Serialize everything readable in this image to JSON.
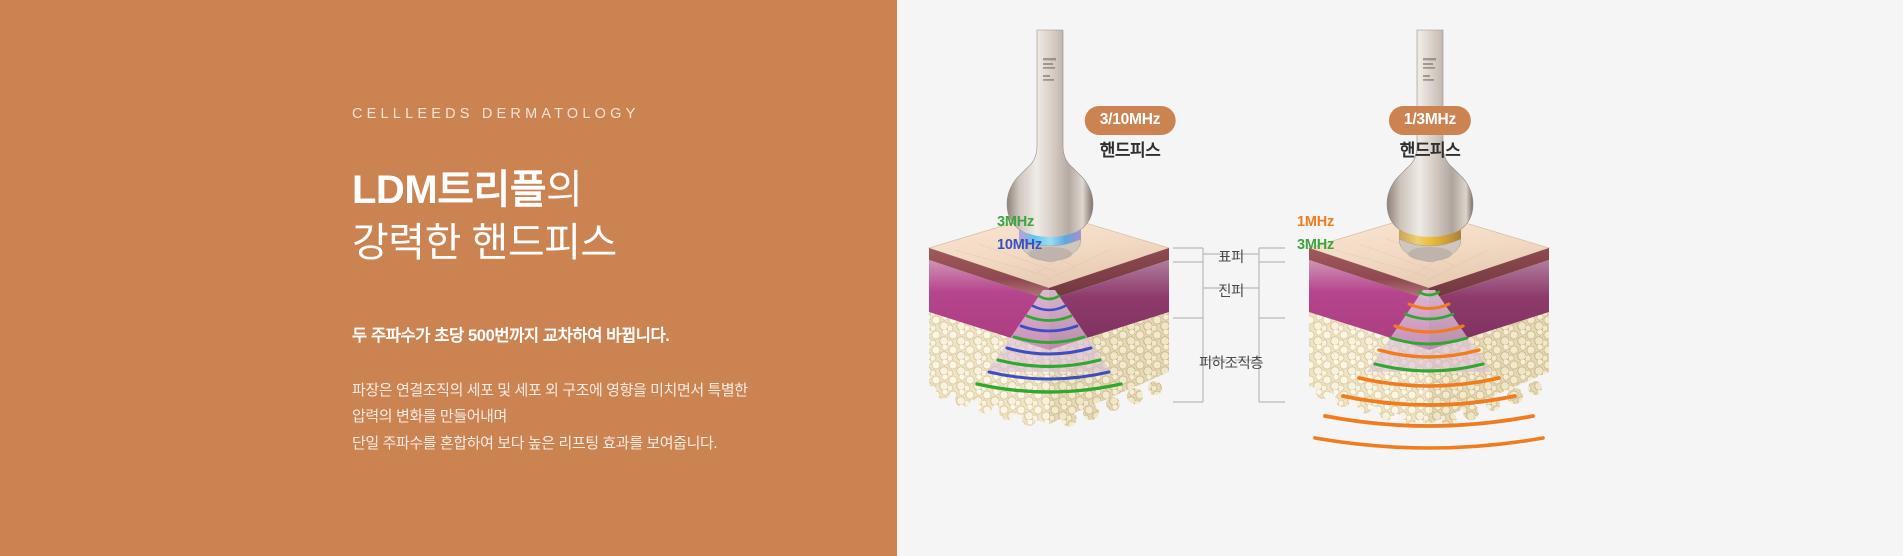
{
  "left": {
    "eyebrow": "CELLLEEDS DERMATOLOGY",
    "headline_line1_strong": "LDM트리플",
    "headline_line1_tail": "의",
    "headline_line2": "강력한 핸드피스",
    "lead": "두 주파수가 초당 500번까지 교차하여 바뀝니다.",
    "body_line1": "파장은 연결조직의 세포 및 세포 외 구조에 영향을 미치면서 특별한",
    "body_line2": "압력의 변화를 만들어내며",
    "body_line3": "단일 주파수를 혼합하여 보다 높은 리프팅 효과를 보여줍니다.",
    "bg_color": "#cc8352"
  },
  "right": {
    "bg_color": "#f5f5f5",
    "devices": [
      {
        "badge": "3/10MHz",
        "badge_sub": "핸드피스",
        "freq_top": "3MHz",
        "freq_top_color": "#3fa43f",
        "freq_bottom": "10MHz",
        "freq_bottom_color": "#3b4fc0",
        "tip_color": "#7ec8e8"
      },
      {
        "badge": "1/3MHz",
        "badge_sub": "핸드피스",
        "freq_top": "1MHz",
        "freq_top_color": "#f07c1e",
        "freq_bottom": "3MHz",
        "freq_bottom_color": "#3fa43f",
        "tip_color": "#e8b93a"
      }
    ],
    "skin_layers": [
      {
        "label": "표피"
      },
      {
        "label": "진피"
      },
      {
        "label": "피하조직층"
      }
    ]
  }
}
